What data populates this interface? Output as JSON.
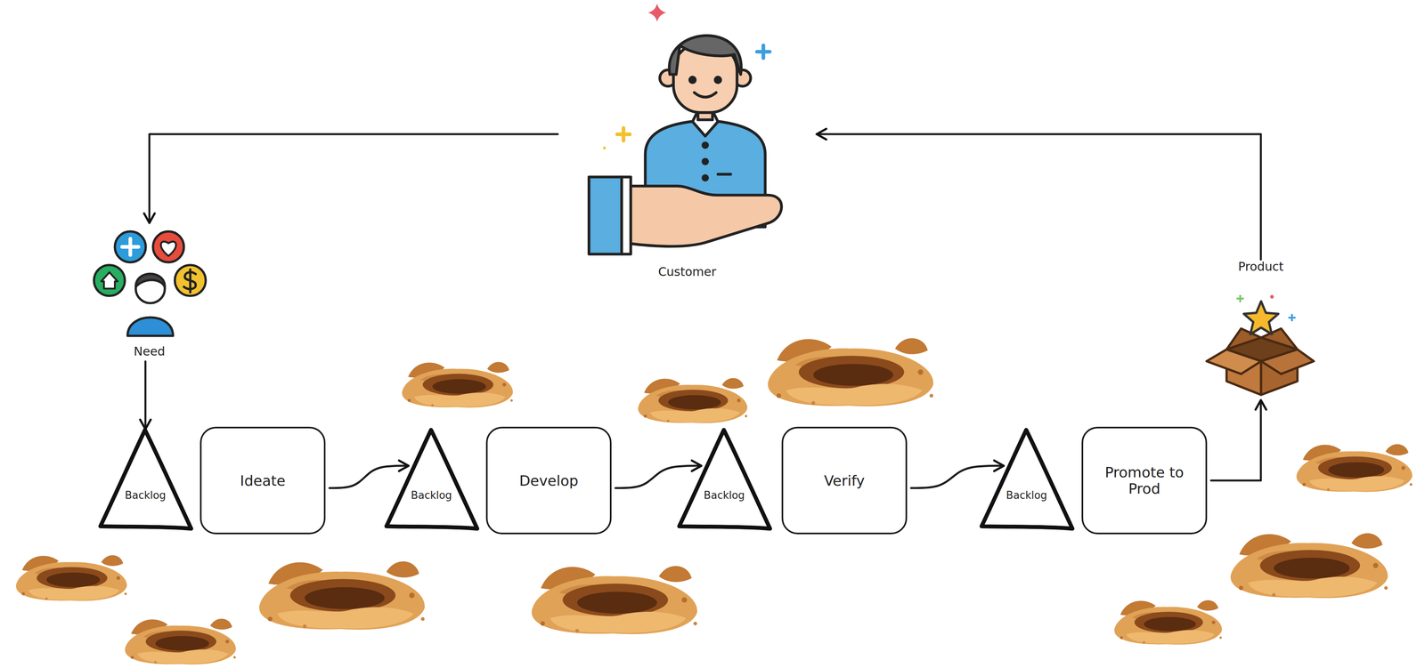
{
  "diagram": {
    "nodes": [
      {
        "text": [
          "Customer"
        ]
      },
      {
        "text": [
          "Need"
        ]
      },
      {
        "text": [
          "Backlog"
        ]
      },
      {
        "text": [
          "Ideate"
        ]
      },
      {
        "text": [
          "Backlog"
        ]
      },
      {
        "text": [
          "Develop"
        ]
      },
      {
        "text": [
          "Backlog"
        ]
      },
      {
        "text": [
          "Verify"
        ]
      },
      {
        "text": [
          "Backlog"
        ]
      },
      {
        "text": [
          "Promote to Prod"
        ]
      },
      {
        "text": [
          "Product"
        ]
      }
    ],
    "edges": [
      {
        "from": 0,
        "to": 1,
        "arrow": "to"
      },
      {
        "from": 1,
        "to": 2,
        "arrow": "to"
      },
      {
        "from": 3,
        "to": 4,
        "arrow": "to"
      },
      {
        "from": 5,
        "to": 6,
        "arrow": "to"
      },
      {
        "from": 7,
        "to": 8,
        "arrow": "to"
      },
      {
        "from": 9,
        "to": 10,
        "arrow": "to"
      },
      {
        "from": 10,
        "to": 0,
        "arrow": "to"
      }
    ]
  }
}
